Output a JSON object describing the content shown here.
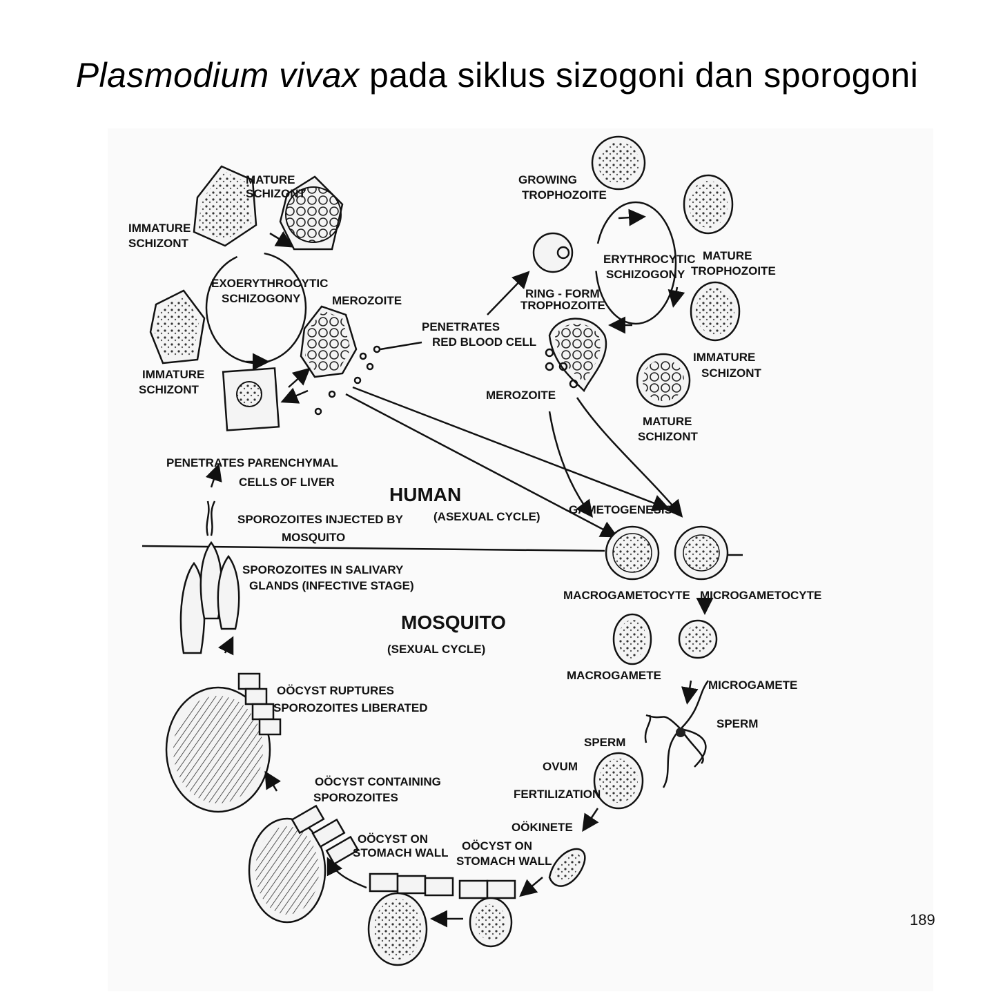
{
  "title": {
    "italic": "Plasmodium vivax",
    "rest": "pada siklus sizogoni dan sporogoni"
  },
  "page_number": "189",
  "labels": {
    "mature_schizont_liver": [
      "MATURE",
      "SCHIZONT"
    ],
    "immature_schizont_top": [
      "IMMATURE",
      "SCHIZONT"
    ],
    "exoerythrocytic": [
      "EXOERYTHROCYTIC",
      "SCHIZOGONY"
    ],
    "merozoite_liver": "MEROZOITE",
    "immature_schizont_bottom": [
      "IMMATURE",
      "SCHIZONT"
    ],
    "penetrates_rbc": [
      "PENETRATES",
      "RED BLOOD CELL"
    ],
    "growing_trophozoite": [
      "GROWING",
      "TROPHOZOITE"
    ],
    "ring_form": [
      "RING - FORM",
      "TROPHOZOITE"
    ],
    "erythrocytic": [
      "ERYTHROCYTIC",
      "SCHIZOGONY"
    ],
    "mature_trophozoite": [
      "MATURE",
      "TROPHOZOITE"
    ],
    "immature_schizont_rbc": [
      "IMMATURE",
      "SCHIZONT"
    ],
    "merozoite_rbc": "MEROZOITE",
    "mature_schizont_rbc": [
      "MATURE",
      "SCHIZONT"
    ],
    "penetrates_liver": [
      "PENETRATES PARENCHYMAL",
      "CELLS OF LIVER"
    ],
    "human": "HUMAN",
    "asexual": "(ASEXUAL CYCLE)",
    "sporozoites_injected": [
      "SPOROZOITES INJECTED BY",
      "MOSQUITO"
    ],
    "gametogenesis": "GAMETOGENESIS",
    "sporozoites_salivary": [
      "SPOROZOITES IN SALIVARY",
      "GLANDS (INFECTIVE STAGE)"
    ],
    "macrogametocyte": "MACROGAMETOCYTE",
    "microgametocyte": "MICROGAMETOCYTE",
    "mosquito": "MOSQUITO",
    "sexual": "(SEXUAL CYCLE)",
    "macrogamete": "MACROGAMETE",
    "microgamete": "MICROGAMETE",
    "oocyst_ruptures": [
      "OÖCYST RUPTURES",
      "SPOROZOITES LIBERATED"
    ],
    "sperm_right": "SPERM",
    "sperm_left": "SPERM",
    "ovum": "OVUM",
    "oocyst_containing": [
      "OÖCYST CONTAINING",
      "SPOROZOITES"
    ],
    "fertilization": "FERTILIZATION",
    "ookinete": "OÖKINETE",
    "oocyst_wall_left": [
      "OÖCYST ON",
      "STOMACH WALL"
    ],
    "oocyst_wall_right": [
      "OÖCYST ON",
      "STOMACH WALL"
    ]
  }
}
